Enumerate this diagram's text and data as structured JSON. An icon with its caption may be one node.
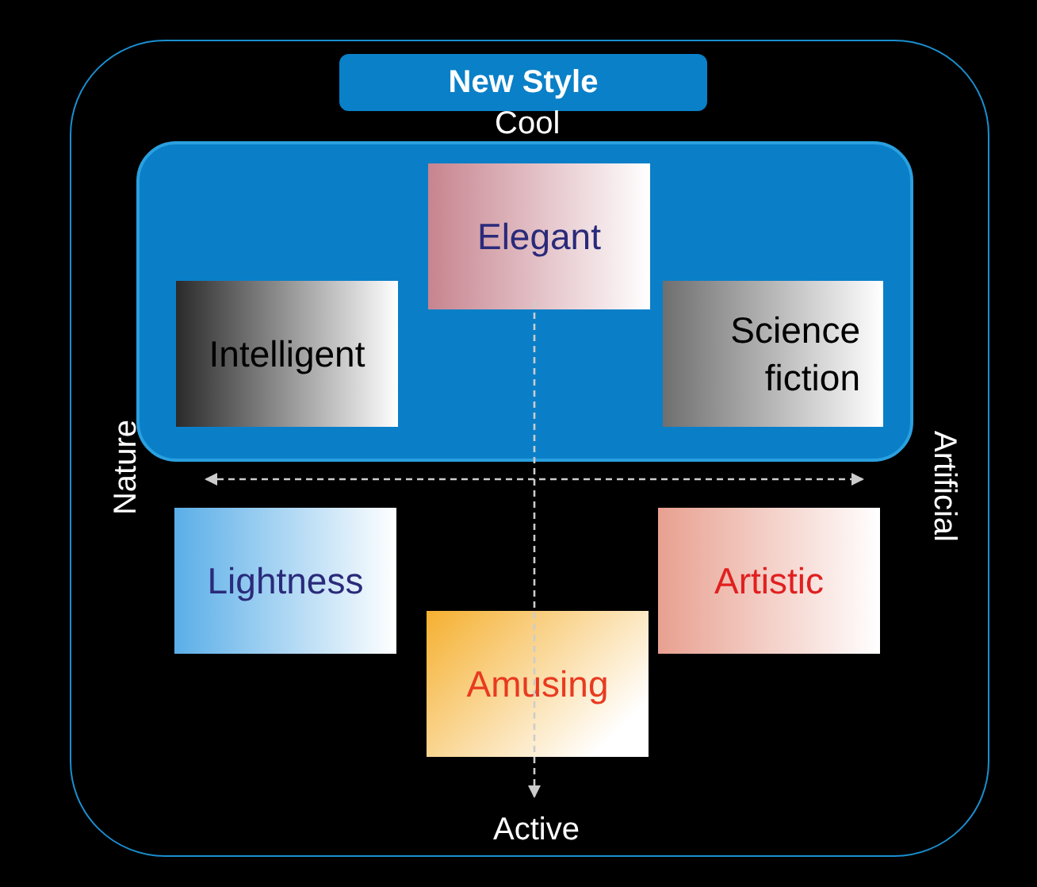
{
  "diagram": {
    "nodes": [
      {
        "text": [],
        "shape": "box"
      },
      {
        "text": [
          "New Style"
        ],
        "in": 0
      },
      {
        "text": [],
        "shape": "box",
        "in": 0
      },
      {
        "text": [
          "Elegant"
        ],
        "in": 2
      },
      {
        "text": [
          "Intelligent"
        ],
        "in": 2
      },
      {
        "text": [
          "Science fiction"
        ],
        "in": 2
      },
      {
        "text": [
          "Lightness"
        ],
        "in": 0
      },
      {
        "text": [
          "Artistic"
        ],
        "in": 0
      },
      {
        "text": [
          "Amusing"
        ],
        "in": 0
      }
    ],
    "edges": [],
    "labels": [
      "Cool",
      "Nature",
      "Artificial",
      "Active"
    ]
  }
}
